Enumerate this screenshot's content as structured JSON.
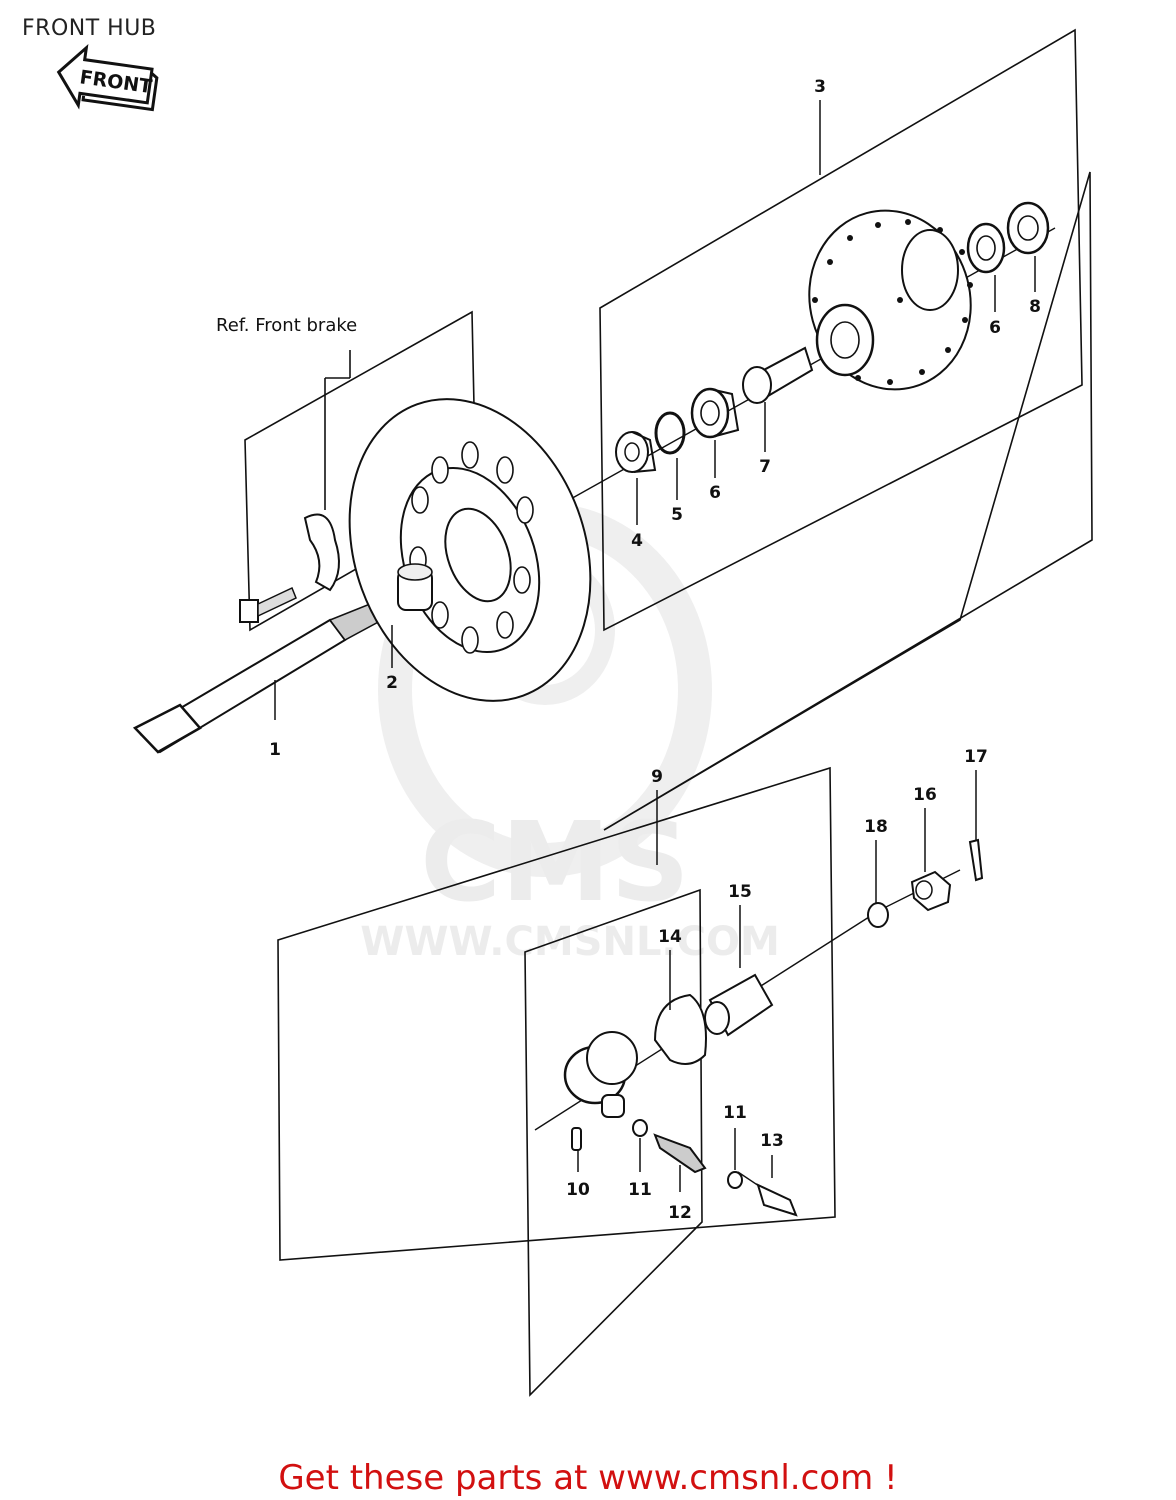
{
  "header": {
    "title": "FRONT HUB"
  },
  "arrow_badge": {
    "text": "FRONT"
  },
  "reference": {
    "text": "Ref.  Front brake"
  },
  "callouts": [
    "1",
    "2",
    "3",
    "4",
    "5",
    "6",
    "6",
    "7",
    "8",
    "9",
    "10",
    "11",
    "11",
    "12",
    "13",
    "14",
    "15",
    "16",
    "17",
    "18"
  ],
  "watermark": {
    "brand": "CMS",
    "url": "WWW.CMSNL.COM"
  },
  "footer": {
    "text": "Get these parts at www.cmsnl.com !"
  },
  "colors": {
    "footer_text": "#d21010",
    "line": "#111111",
    "watermark": "#ececec"
  }
}
